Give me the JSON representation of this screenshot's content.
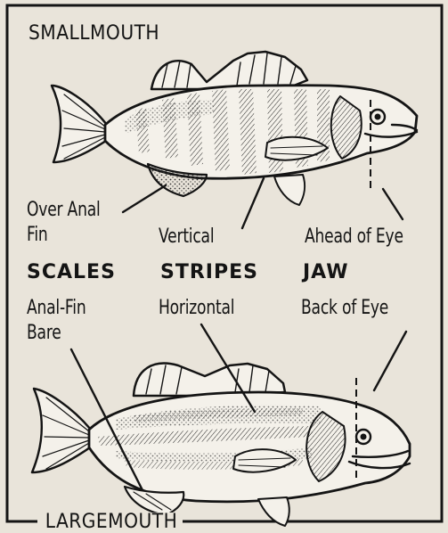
{
  "diagram": {
    "smallmouth_title": "SMALLMOUTH",
    "largemouth_title": "LARGEMOUTH",
    "headers": {
      "scales": "SCALES",
      "stripes": "STRIPES",
      "jaw": "JAW"
    },
    "smallmouth_labels": {
      "scales_line1": "Over Anal",
      "scales_line2": "Fin",
      "stripes": "Vertical",
      "jaw": "Ahead of Eye"
    },
    "largemouth_labels": {
      "scales_line1": "Anal-Fin",
      "scales_line2": "Bare",
      "stripes": "Horizontal",
      "jaw": "Back of Eye"
    }
  },
  "colors": {
    "ink": "#141414",
    "paper": "#e9e4da",
    "fish_fill": "#f4f1ea"
  }
}
